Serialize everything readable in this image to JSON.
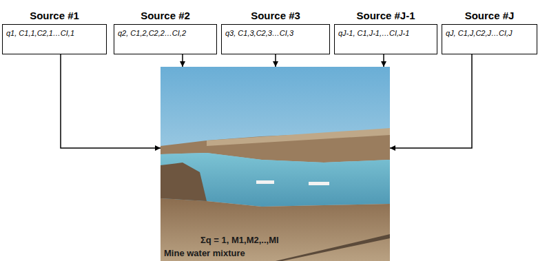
{
  "diagram": {
    "nodes": [
      {
        "text": [
          "Source #1",
          "q1, C1,1,C2,1…CI,1"
        ]
      },
      {
        "text": [
          "Source #2",
          "q2, C1,2,C2,2…CI,2"
        ]
      },
      {
        "text": [
          "Source #3",
          "q3, C1,3,C2,3…CI,3"
        ]
      },
      {
        "text": [
          "Source #J-1",
          "qJ-1, C1,J-1,…CI,J-1"
        ]
      },
      {
        "text": [
          "Source #J",
          "qJ, C1,J,C2,J…CI,J"
        ]
      },
      {
        "text": [
          "Σq = 1, M1,M2,..,MI",
          "Mine water mixture"
        ]
      }
    ],
    "edges": [
      {
        "from": 0,
        "to": 5,
        "arrow": "to"
      },
      {
        "from": 1,
        "to": 5,
        "arrow": "to"
      },
      {
        "from": 2,
        "to": 5,
        "arrow": "to"
      },
      {
        "from": 3,
        "to": 5,
        "arrow": "to"
      },
      {
        "from": 4,
        "to": 5,
        "arrow": "to"
      }
    ]
  }
}
